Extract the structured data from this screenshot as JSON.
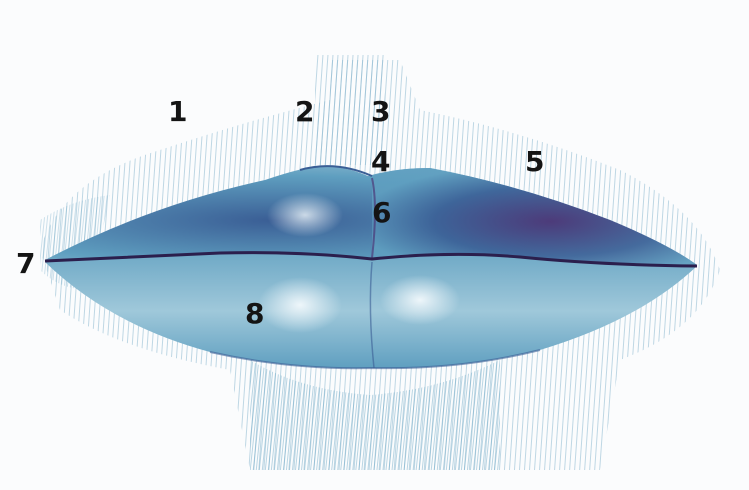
{
  "diagram": {
    "labels": [
      {
        "id": "1",
        "text": "1"
      },
      {
        "id": "2",
        "text": "2"
      },
      {
        "id": "3",
        "text": "3"
      },
      {
        "id": "4",
        "text": "4"
      },
      {
        "id": "5",
        "text": "5"
      },
      {
        "id": "6",
        "text": "6"
      },
      {
        "id": "7",
        "text": "7"
      },
      {
        "id": "8",
        "text": "8"
      }
    ]
  },
  "colors": {
    "background": "#fbfcfd",
    "hatch": "#8cb8cf",
    "lip_light": "#9fc8da",
    "lip_mid": "#5f9fc0",
    "lip_dark": "#3a5e95",
    "lip_shadow": "#4a2a6e",
    "label": "#141414"
  }
}
